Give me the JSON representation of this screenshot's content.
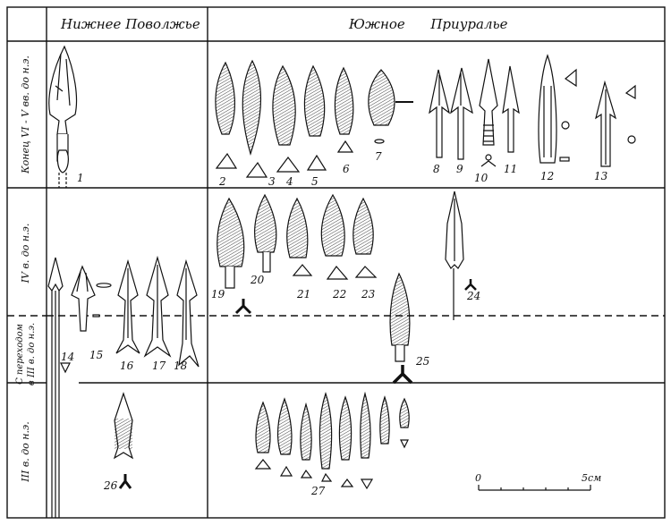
{
  "header": {
    "left_region": "Нижнее Поволжье",
    "right_region": "Южное      Приуралье"
  },
  "periods": [
    "Конец VI - V вв. до н.э.",
    "IV в. до н.э.",
    "С переходом\nв III в. до н.э.",
    "III в. до н.э."
  ],
  "figure_numbers": [
    "1",
    "2",
    "3",
    "4",
    "5",
    "6",
    "7",
    "8",
    "9",
    "10",
    "11",
    "12",
    "13",
    "14",
    "15",
    "16",
    "17",
    "18",
    "19",
    "20",
    "21",
    "22",
    "23",
    "24",
    "25",
    "26",
    "27"
  ],
  "scale_bar": {
    "start": "0",
    "end": "5см"
  },
  "colors": {
    "ink": "#111111",
    "paper": "#ffffff"
  }
}
